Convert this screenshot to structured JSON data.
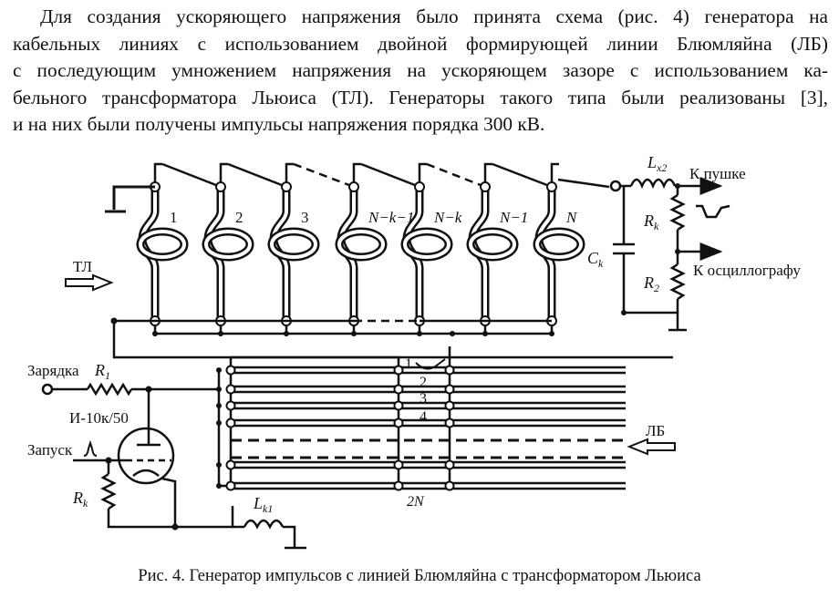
{
  "paragraph": {
    "lines": [
      "Для создания ускоряющего напряжения было принята схема (рис. 4) генератора на",
      "кабельных линиях с использованием двойной формирующей линии Блюмляйна (ЛБ)",
      "с последующим умножением напряжения на ускоряющем зазоре с использованием ка-",
      "бельного трансформатора Льюиса (ТЛ).  Генераторы такого типа были реализованы [3],",
      "и на них были получены импульсы напряжения порядка 300 кВ."
    ]
  },
  "figure": {
    "transformer_stage_labels": [
      "1",
      "2",
      "3",
      "N−k−1",
      "N−k",
      "N−1",
      "N"
    ],
    "tl_arrow_label": "ТЛ",
    "lb_arrow_label": "ЛБ",
    "inductor_out_label": {
      "main": "L",
      "sub": "x2"
    },
    "capacitor_label": {
      "main": "C",
      "sub": "k"
    },
    "load_resistor_label": {
      "main": "R",
      "sub": "k"
    },
    "divider_resistor_label": {
      "main": "R",
      "sub": "2"
    },
    "to_gun_label": "К пушке",
    "to_scope_label": "К осциллографу",
    "charging_label": "Зарядка",
    "charging_resistor_label": {
      "main": "R",
      "sub": "1"
    },
    "switch_label": "И-10к/50",
    "trigger_label": "Запуск",
    "cathode_resistor_label": {
      "main": "R",
      "sub": "k"
    },
    "inductor_ground_label": {
      "main": "L",
      "sub": "k1"
    },
    "line_numbers": [
      "1",
      "2",
      "3",
      "4"
    ],
    "last_line_label": "2N"
  },
  "caption": "Рис. 4. Генератор импульсов с линией Блюмляйна с трансформатором Льюиса"
}
